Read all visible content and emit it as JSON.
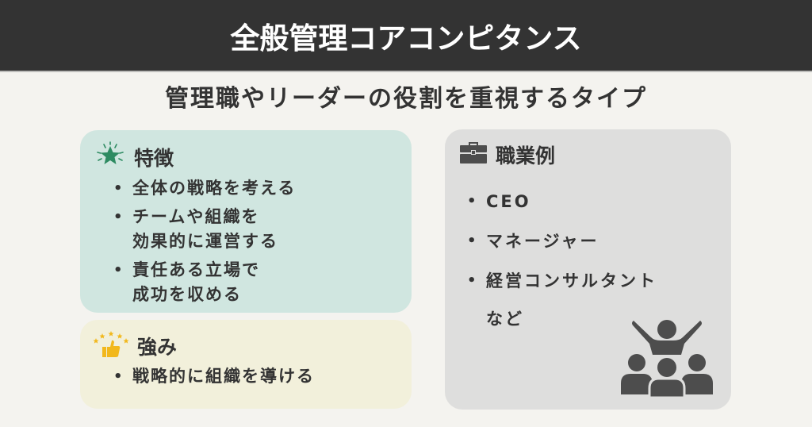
{
  "header": {
    "title": "全般管理コアコンピタンス"
  },
  "subtitle": "管理職やリーダーの役割を重視するタイプ",
  "features": {
    "title": "特徴",
    "icon": "sparkle-star-icon",
    "items": [
      {
        "lines": [
          "全体の戦略を考える"
        ]
      },
      {
        "lines": [
          "チームや組織を",
          "効果的に運営する"
        ]
      },
      {
        "lines": [
          "責任ある立場で",
          "成功を収める"
        ]
      }
    ]
  },
  "strengths": {
    "title": "強み",
    "icon": "thumbs-up-stars-icon",
    "items": [
      "戦略的に組織を導ける"
    ]
  },
  "jobs": {
    "title": "職業例",
    "icon": "briefcase-icon",
    "items": [
      "CEO",
      "マネージャー",
      "経営コンサルタント"
    ],
    "etc": "など",
    "illustration": "leader-with-team-icon"
  },
  "colors": {
    "header_bg": "#333333",
    "page_bg": "#f4f3ef",
    "features_bg": "#d0e6e0",
    "strengths_bg": "#f2f0db",
    "jobs_bg": "#dededd",
    "star_green": "#2e8b62",
    "thumb_yellow": "#f2b81c",
    "icon_gray": "#4d4d4d"
  }
}
